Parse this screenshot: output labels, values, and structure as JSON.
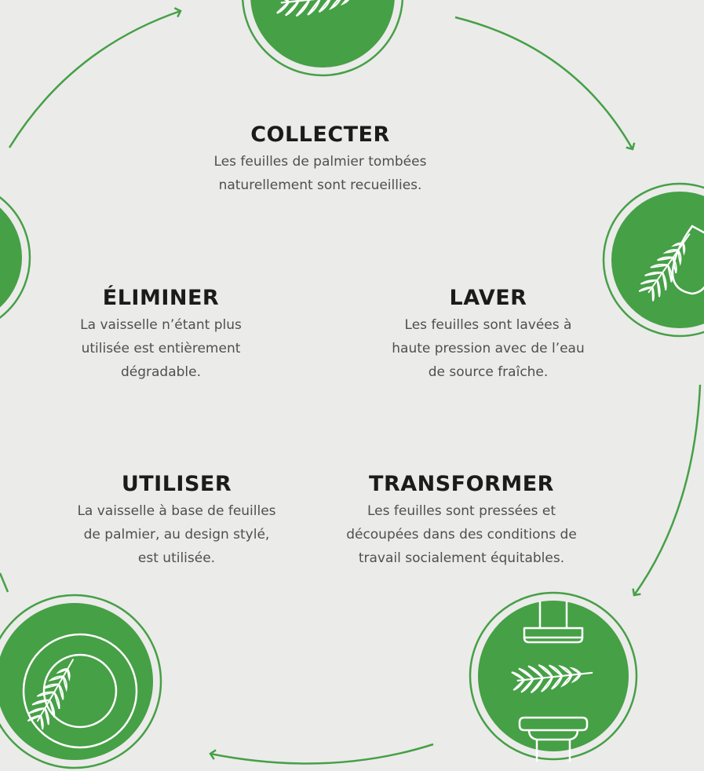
{
  "steps": {
    "collect": {
      "title": "COLLECTER",
      "lines": [
        "Les feuilles de palmier tombées",
        "naturellement sont recueillies."
      ]
    },
    "wash": {
      "title": "LAVER",
      "lines": [
        "Les feuilles sont lavées à",
        "haute pression avec de l’eau",
        "de source fraîche."
      ]
    },
    "dispose": {
      "title": "ÉLIMINER",
      "lines": [
        "La vaisselle n’étant plus",
        "utilisée est entièrement",
        "dégradable."
      ]
    },
    "transform": {
      "title": "TRANSFORMER",
      "lines": [
        "Les feuilles sont pressées et",
        "découpées dans des conditions de",
        "travail socialement équitables."
      ]
    },
    "use": {
      "title": "UTILISER",
      "lines": [
        "La vaisselle à base de feuilles",
        "de palmier, au design stylé,",
        "est utilisée."
      ]
    }
  },
  "colors": {
    "green": "#46a046",
    "background": "#ebebea",
    "arrow": "#46a046"
  },
  "icons": [
    "palm-leaf-icon",
    "water-drop-leaf-icon",
    "press-leaf-icon",
    "plate-leaf-icon",
    "leaf-icon"
  ]
}
